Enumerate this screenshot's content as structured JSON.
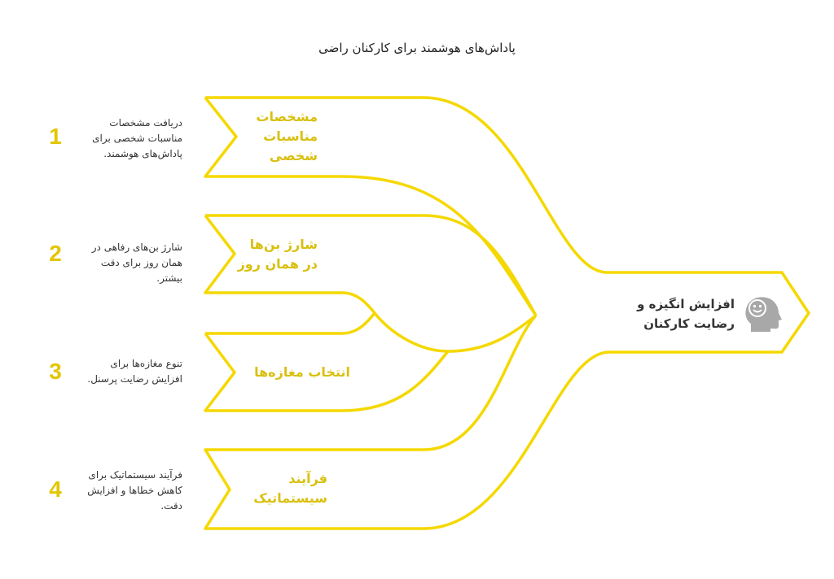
{
  "title": "پاداش‌های هوشمند برای کارکنان راضی",
  "colors": {
    "stroke": "#F5D800",
    "label": "#D9C010",
    "number": "#E2C600",
    "icon": "#A8A8A8"
  },
  "items": [
    {
      "number": "1",
      "label": "مشخصات مناسبات شخصی",
      "description": "دریافت مشخصات مناسبات شخصی برای پاداش‌های هوشمند."
    },
    {
      "number": "2",
      "label": "شارژ بن‌ها در همان روز",
      "description": "شارژ بن‌های رفاهی در همان روز برای دقت بیشتر."
    },
    {
      "number": "3",
      "label": "انتخاب مغازه‌ها",
      "description": "تنوع مغازه‌ها برای افزایش رضایت پرسنل."
    },
    {
      "number": "4",
      "label": "فرآیند سیستماتیک",
      "description": "فرآیند سیستماتیک برای کاهش خطاها و افزایش دقت."
    }
  ],
  "goal": {
    "label": "افزایش انگیزه و رضایت کارکنان",
    "icon": "smiling-head-icon"
  }
}
